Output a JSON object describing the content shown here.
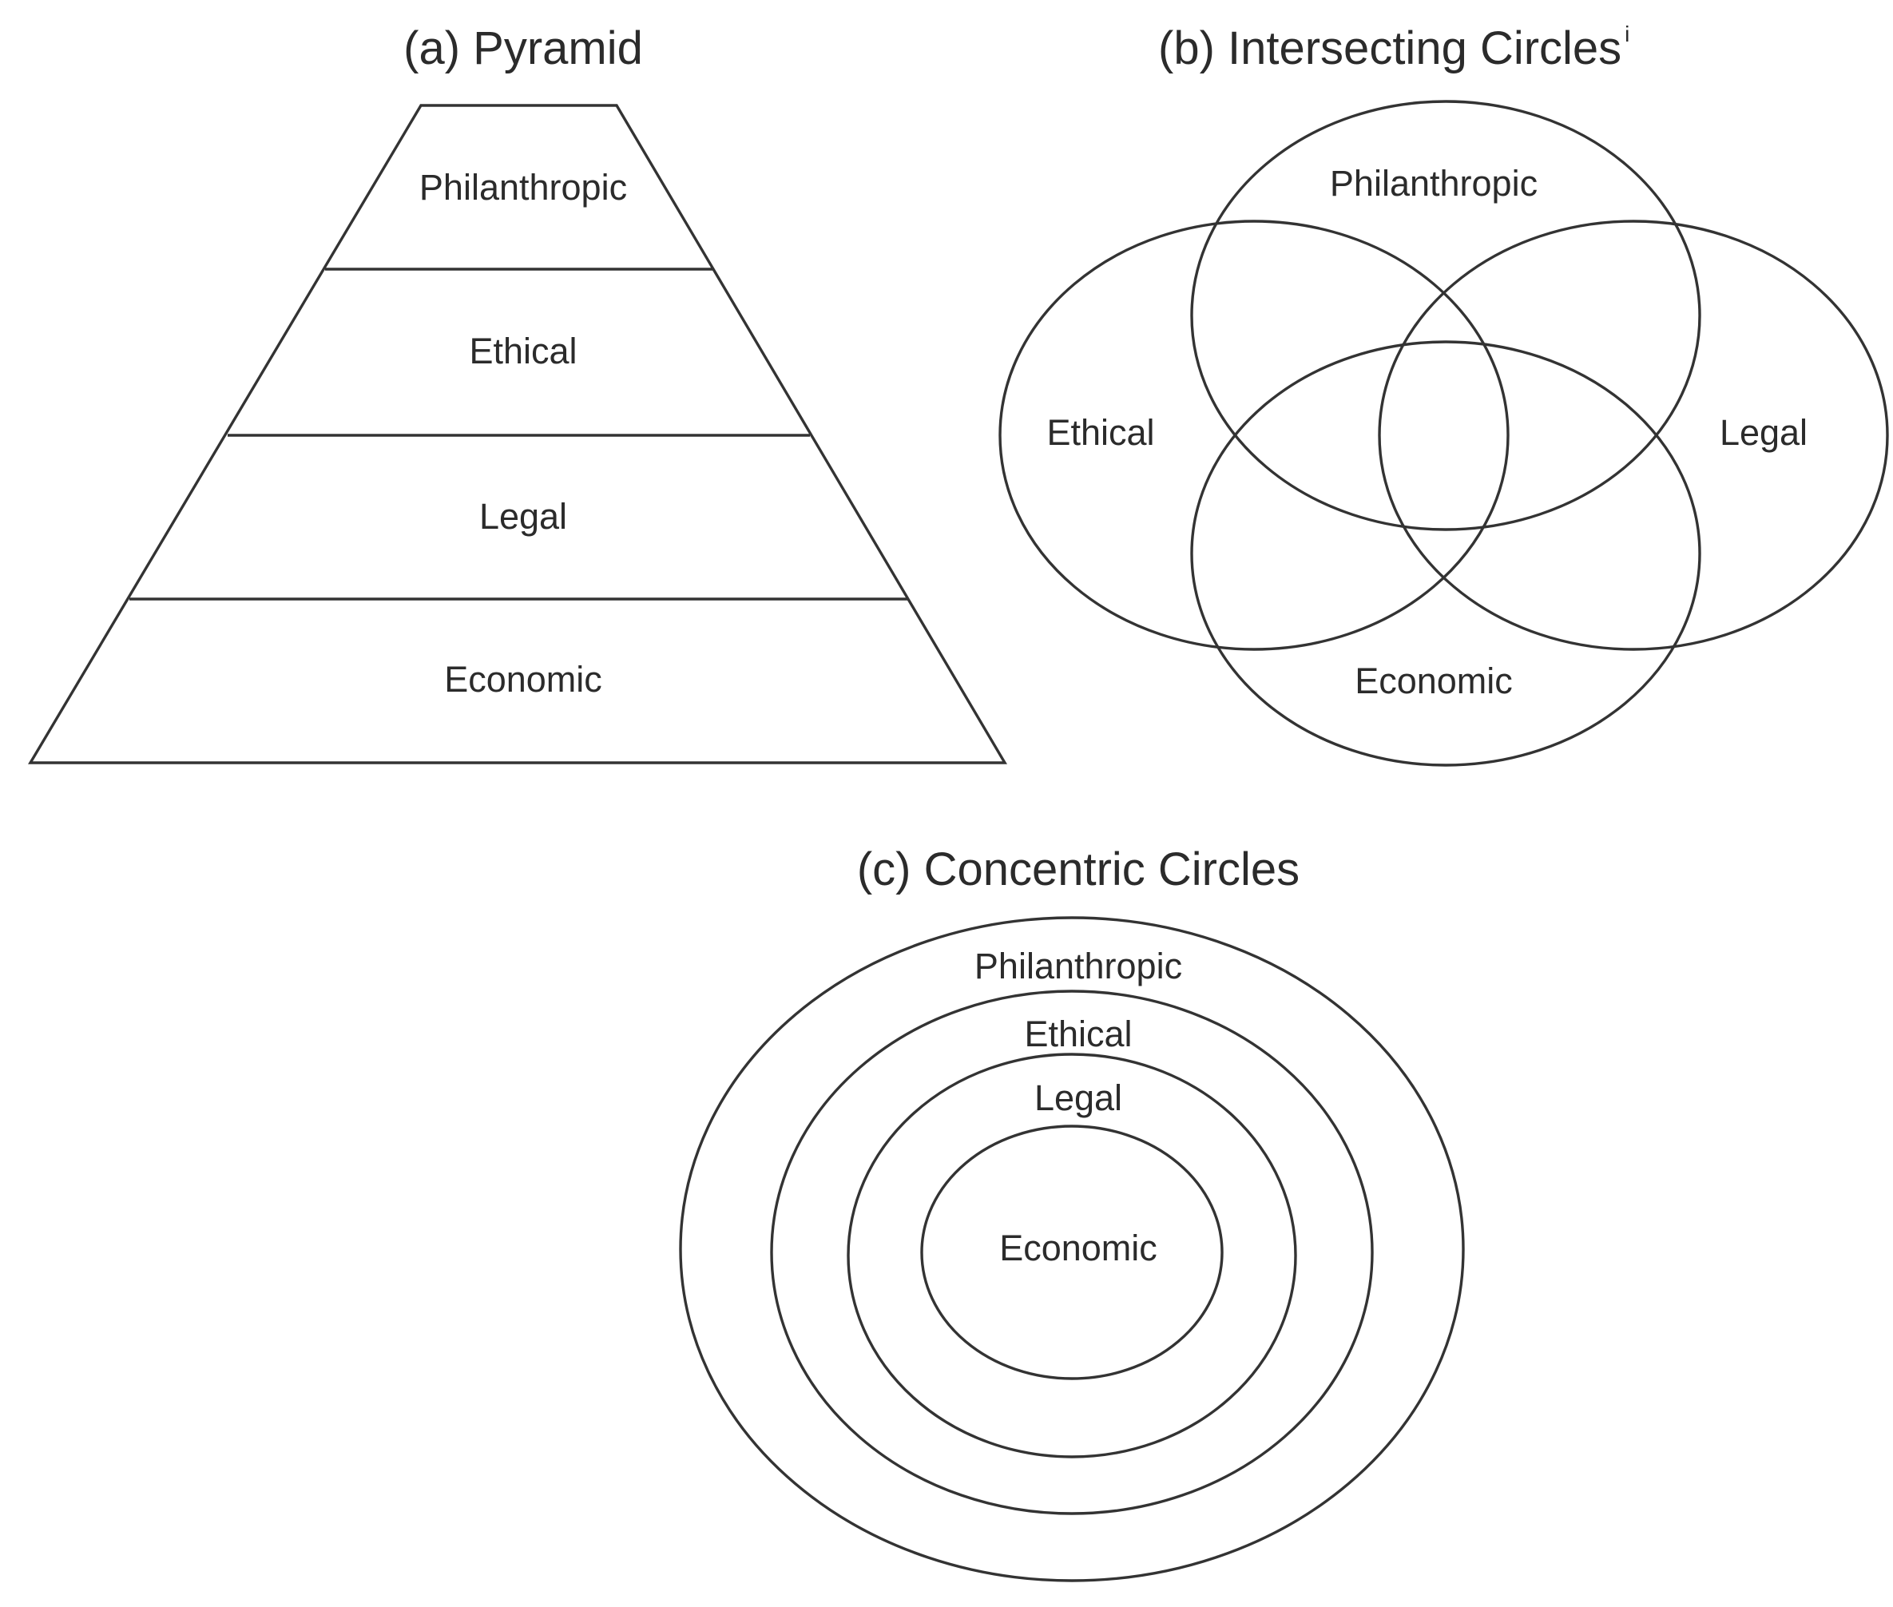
{
  "pyramid": {
    "title": "(a) Pyramid",
    "layers": [
      "Philanthropic",
      "Ethical",
      "Legal",
      "Economic"
    ]
  },
  "intersecting": {
    "title": "(b) Intersecting Circles",
    "title_superscript": "i",
    "labels": {
      "top": "Philanthropic",
      "left": "Ethical",
      "right": "Legal",
      "bottom": "Economic"
    }
  },
  "concentric": {
    "title": "(c) Concentric Circles",
    "rings": [
      "Philanthropic",
      "Ethical",
      "Legal",
      "Economic"
    ]
  },
  "colors": {
    "line": "#333333",
    "text": "#2b2b2b",
    "background": "#ffffff"
  }
}
